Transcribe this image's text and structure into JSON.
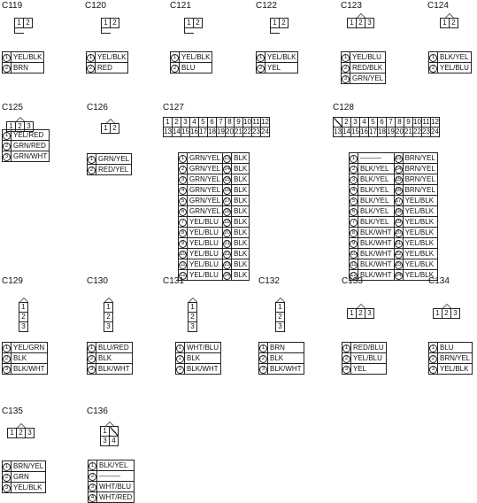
{
  "connectors": [
    {
      "id": "C119",
      "layout": "row",
      "face": [
        [
          "1",
          "2"
        ]
      ],
      "tab": "left-bottom",
      "wires": [
        [
          "1",
          "YEL/BLK"
        ],
        [
          "2",
          "BRN"
        ]
      ]
    },
    {
      "id": "C120",
      "layout": "row",
      "face": [
        [
          "1",
          "2"
        ]
      ],
      "tab": "left-bottom",
      "wires": [
        [
          "1",
          "YEL/BLK"
        ],
        [
          "2",
          "RED"
        ]
      ]
    },
    {
      "id": "C121",
      "layout": "row",
      "face": [
        [
          "1",
          "2"
        ]
      ],
      "tab": "left-bottom",
      "wires": [
        [
          "1",
          "YEL/BLK"
        ],
        [
          "2",
          "BLU"
        ]
      ]
    },
    {
      "id": "C122",
      "layout": "row",
      "face": [
        [
          "1",
          "2"
        ]
      ],
      "tab": "left-bottom",
      "wires": [
        [
          "1",
          "YEL/BLK"
        ],
        [
          "2",
          "YEL"
        ]
      ]
    },
    {
      "id": "C123",
      "layout": "row",
      "face": [
        [
          "1",
          "2",
          "3"
        ]
      ],
      "tab": "top",
      "wires": [
        [
          "1",
          "YEL/BLU"
        ],
        [
          "2",
          "RED/BLK"
        ],
        [
          "3",
          "GRN/YEL"
        ]
      ]
    },
    {
      "id": "C124",
      "layout": "row",
      "face": [
        [
          "1",
          "2"
        ]
      ],
      "tab": "top",
      "wires": [
        [
          "1",
          "BLK/YEL"
        ],
        [
          "2",
          "YEL/BLU"
        ]
      ]
    },
    {
      "id": "C125",
      "layout": "row",
      "face": [
        [
          "1",
          "2",
          "3"
        ]
      ],
      "tab": "top",
      "wires": [
        [
          "1",
          "YEL/RED"
        ],
        [
          "2",
          "GRN/RED"
        ],
        [
          "3",
          "GRN/WHT"
        ]
      ]
    },
    {
      "id": "C126",
      "layout": "row",
      "face": [
        [
          "1",
          "2"
        ]
      ],
      "tab": "top",
      "wires": [
        [
          "1",
          "GRN/YEL"
        ],
        [
          "2",
          "RED/YEL"
        ]
      ]
    },
    {
      "id": "C127",
      "layout": "grid",
      "face": [
        [
          "1",
          "2",
          "3",
          "4",
          "5",
          "6",
          "7",
          "8",
          "9",
          "10",
          "11",
          "12"
        ],
        [
          "13",
          "14",
          "15",
          "16",
          "17",
          "18",
          "19",
          "20",
          "21",
          "22",
          "23",
          "24"
        ]
      ],
      "wires": [
        [
          "1",
          "GRN/YEL",
          "13",
          "BLK"
        ],
        [
          "2",
          "GRN/YEL",
          "14",
          "BLK"
        ],
        [
          "3",
          "GRN/YEL",
          "15",
          "BLK"
        ],
        [
          "4",
          "GRN/YEL",
          "16",
          "BLK"
        ],
        [
          "5",
          "GRN/YEL",
          "17",
          "BLK"
        ],
        [
          "6",
          "GRN/YEL",
          "18",
          "BLK"
        ],
        [
          "7",
          "YEL/BLU",
          "19",
          "BLK"
        ],
        [
          "8",
          "YEL/BLU",
          "20",
          "BLK"
        ],
        [
          "9",
          "YEL/BLU",
          "21",
          "BLK"
        ],
        [
          "10",
          "YEL/BLU",
          "22",
          "BLK"
        ],
        [
          "11",
          "YEL/BLU",
          "23",
          "BLK"
        ],
        [
          "12",
          "YEL/BLU",
          "24",
          "BLK"
        ]
      ]
    },
    {
      "id": "C128",
      "layout": "grid",
      "face": [
        [
          "",
          "2",
          "3",
          "4",
          "5",
          "6",
          "7",
          "8",
          "9",
          "10",
          "11",
          "12"
        ],
        [
          "13",
          "14",
          "15",
          "16",
          "17",
          "18",
          "19",
          "20",
          "21",
          "22",
          "23",
          "24"
        ]
      ],
      "wires": [
        [
          "1",
          "———",
          "13",
          "BRN/YEL"
        ],
        [
          "2",
          "BLK/YEL",
          "14",
          "BRN/YEL"
        ],
        [
          "3",
          "BLK/YEL",
          "15",
          "BRN/YEL"
        ],
        [
          "4",
          "BLK/YEL",
          "16",
          "BRN/YEL"
        ],
        [
          "5",
          "BLK/YEL",
          "17",
          "YEL/BLK"
        ],
        [
          "6",
          "BLK/YEL",
          "18",
          "YEL/BLK"
        ],
        [
          "7",
          "BLK/YEL",
          "19",
          "YEL/BLK"
        ],
        [
          "8",
          "BLK/WHT",
          "20",
          "YEL/BLK"
        ],
        [
          "9",
          "BLK/WHT",
          "21",
          "YEL/BLK"
        ],
        [
          "10",
          "BLK/WHT",
          "22",
          "YEL/BLK"
        ],
        [
          "11",
          "BLK/WHT",
          "23",
          "YEL/BLK"
        ],
        [
          "12",
          "BLK/WHT",
          "24",
          "YEL/BLK"
        ]
      ]
    },
    {
      "id": "C129",
      "layout": "col",
      "face": [
        [
          "1"
        ],
        [
          "2"
        ],
        [
          "3"
        ]
      ],
      "tab": "top",
      "wires": [
        [
          "1",
          "YEL/GRN"
        ],
        [
          "2",
          "BLK"
        ],
        [
          "3",
          "BLK/WHT"
        ]
      ]
    },
    {
      "id": "C130",
      "layout": "col",
      "face": [
        [
          "1"
        ],
        [
          "2"
        ],
        [
          "3"
        ]
      ],
      "tab": "top",
      "wires": [
        [
          "1",
          "BLU/RED"
        ],
        [
          "2",
          "BLK"
        ],
        [
          "3",
          "BLK/WHT"
        ]
      ]
    },
    {
      "id": "C131",
      "layout": "col",
      "face": [
        [
          "1"
        ],
        [
          "2"
        ],
        [
          "3"
        ]
      ],
      "tab": "top",
      "wires": [
        [
          "1",
          "WHT/BLU"
        ],
        [
          "2",
          "BLK"
        ],
        [
          "3",
          "BLK/WHT"
        ]
      ]
    },
    {
      "id": "C132",
      "layout": "col",
      "face": [
        [
          "1"
        ],
        [
          "2"
        ],
        [
          "3"
        ]
      ],
      "tab": "top",
      "wires": [
        [
          "1",
          "BRN"
        ],
        [
          "2",
          "BLK"
        ],
        [
          "3",
          "BLK/WHT"
        ]
      ]
    },
    {
      "id": "C133",
      "layout": "row",
      "face": [
        [
          "1",
          "2",
          "3"
        ]
      ],
      "tab": "top",
      "wires": [
        [
          "1",
          "RED/BLU"
        ],
        [
          "2",
          "YEL/BLU"
        ],
        [
          "3",
          "YEL"
        ]
      ]
    },
    {
      "id": "C134",
      "layout": "row",
      "face": [
        [
          "1",
          "2",
          "3"
        ]
      ],
      "tab": "top",
      "wires": [
        [
          "1",
          "BLU"
        ],
        [
          "2",
          "BRN/YEL"
        ],
        [
          "3",
          "YEL/BLK"
        ]
      ]
    },
    {
      "id": "C135",
      "layout": "row",
      "face": [
        [
          "1",
          "2",
          "3"
        ]
      ],
      "tab": "top",
      "wires": [
        [
          "1",
          "BRN/YEL"
        ],
        [
          "2",
          "GRN"
        ],
        [
          "3",
          "YEL/BLK"
        ]
      ]
    },
    {
      "id": "C136",
      "layout": "square",
      "face": [
        [
          "1",
          ""
        ],
        [
          "3",
          "4"
        ]
      ],
      "tab": "top",
      "wires": [
        [
          "1",
          "BLK/YEL"
        ],
        [
          "2",
          "———"
        ],
        [
          "3",
          "WHT/BLU"
        ],
        [
          "4",
          "WHT/RED"
        ]
      ]
    }
  ]
}
